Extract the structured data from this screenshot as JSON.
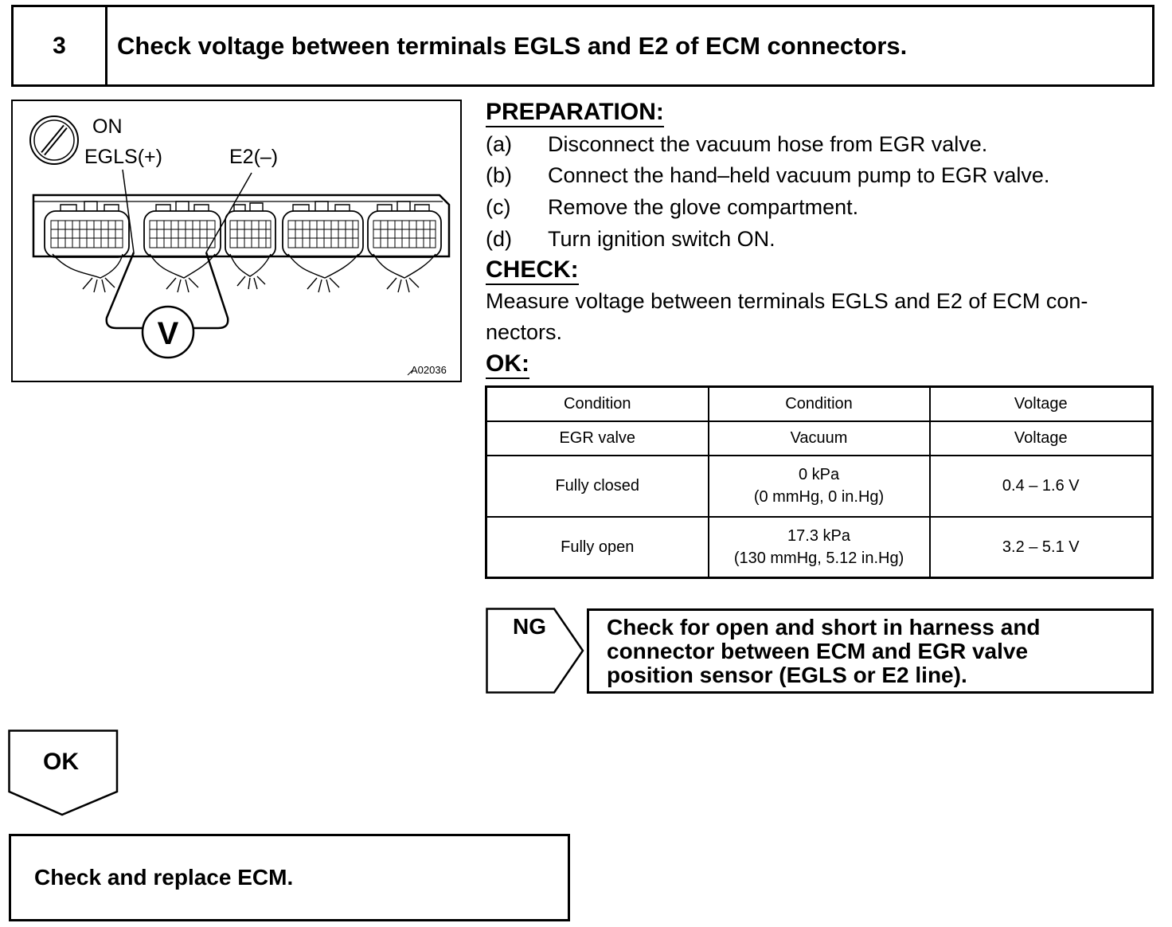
{
  "step": {
    "number": "3",
    "title": "Check voltage between terminals EGLS and E2 of ECM connectors."
  },
  "diagram": {
    "ignition_state": "ON",
    "ignition_icon": "ignition-key-icon",
    "positive_label": "EGLS(+)",
    "negative_label": "E2(–)",
    "meter_symbol": "V",
    "figure_code": "A02036"
  },
  "preparation": {
    "heading": "PREPARATION:",
    "steps": [
      {
        "letter": "(a)",
        "text": "Disconnect the vacuum hose from EGR valve."
      },
      {
        "letter": "(b)",
        "text": "Connect the hand–held vacuum pump to EGR valve."
      },
      {
        "letter": "(c)",
        "text": "Remove the glove compartment."
      },
      {
        "letter": "(d)",
        "text": "Turn ignition switch ON."
      }
    ]
  },
  "check": {
    "heading": "CHECK:",
    "line1": "Measure voltage between terminals EGLS and E2 of ECM con-",
    "line2": "nectors."
  },
  "ok_spec": {
    "heading": "OK:",
    "header_row1": [
      "Condition",
      "Condition",
      "Voltage"
    ],
    "header_row2": [
      "EGR valve",
      "Vacuum",
      "Voltage"
    ],
    "rows": [
      {
        "valve": "Fully closed",
        "vacuum_line1": "0 kPa",
        "vacuum_line2": "(0 mmHg, 0 in.Hg)",
        "voltage": "0.4 – 1.6 V"
      },
      {
        "valve": "Fully open",
        "vacuum_line1": "17.3 kPa",
        "vacuum_line2": "(130 mmHg, 5.12 in.Hg)",
        "voltage": "3.2 – 5.1 V"
      }
    ]
  },
  "ng_branch": {
    "label": "NG",
    "result_lines": [
      "Check for open and short in harness and",
      "connector between ECM and EGR valve",
      "position sensor (EGLS or E2 line)."
    ]
  },
  "ok_branch": {
    "label": "OK",
    "result": "Check and replace ECM."
  }
}
